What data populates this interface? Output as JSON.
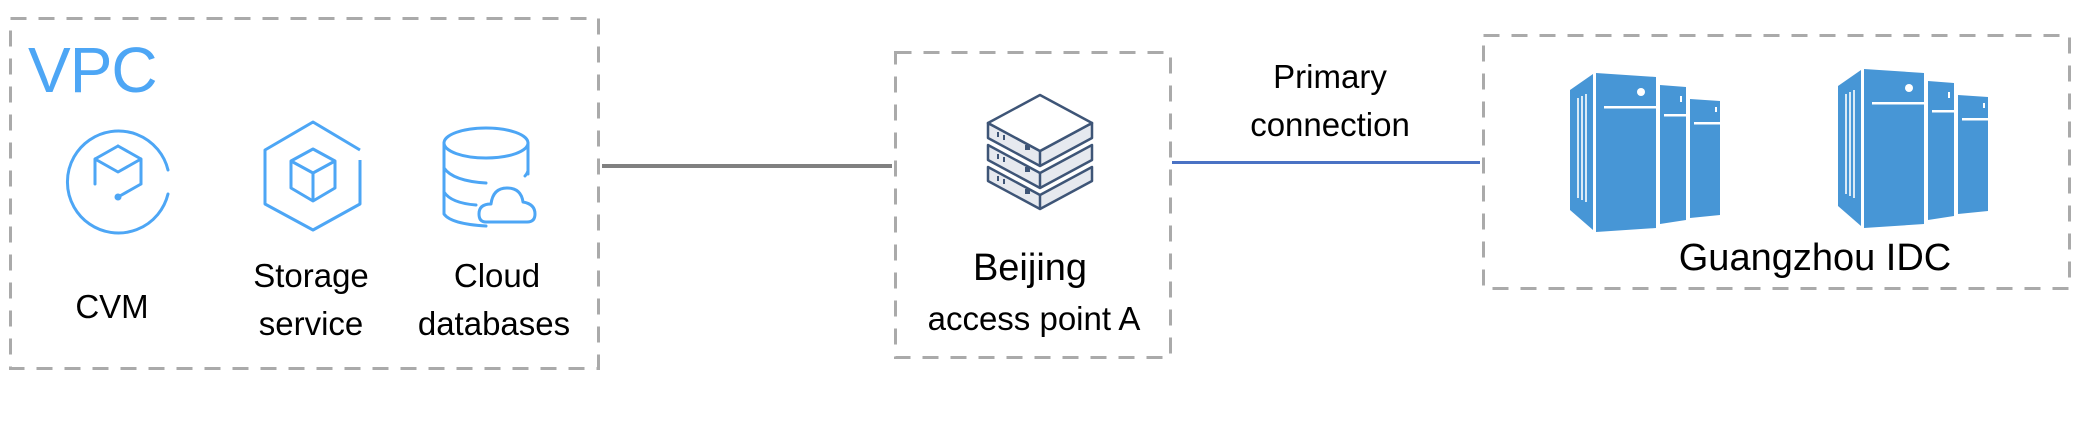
{
  "diagram": {
    "vpc": {
      "title": "VPC",
      "services": [
        {
          "id": "cvm",
          "label": "CVM",
          "icon": "cvm-icon"
        },
        {
          "id": "storage",
          "label_line1": "Storage",
          "label_line2": "service",
          "icon": "storage-hexagon-icon"
        },
        {
          "id": "database",
          "label_line1": "Cloud",
          "label_line2": "databases",
          "icon": "cloud-database-icon"
        }
      ]
    },
    "access_point": {
      "title": "Beijing",
      "subtitle": "access point A",
      "icon": "server-stack-icon"
    },
    "connection": {
      "label_line1": "Primary",
      "label_line2": "connection"
    },
    "idc": {
      "label": "Guangzhou IDC",
      "servers": [
        "server-tower-icon",
        "server-tower-icon"
      ]
    }
  },
  "colors": {
    "accent_blue": "#4da6f5",
    "server_blue": "#4796d6",
    "primary_line": "#4a72c4",
    "vpc_line": "#808080",
    "dash_border": "#aaaaaa",
    "stack_outline": "#3e5577"
  }
}
